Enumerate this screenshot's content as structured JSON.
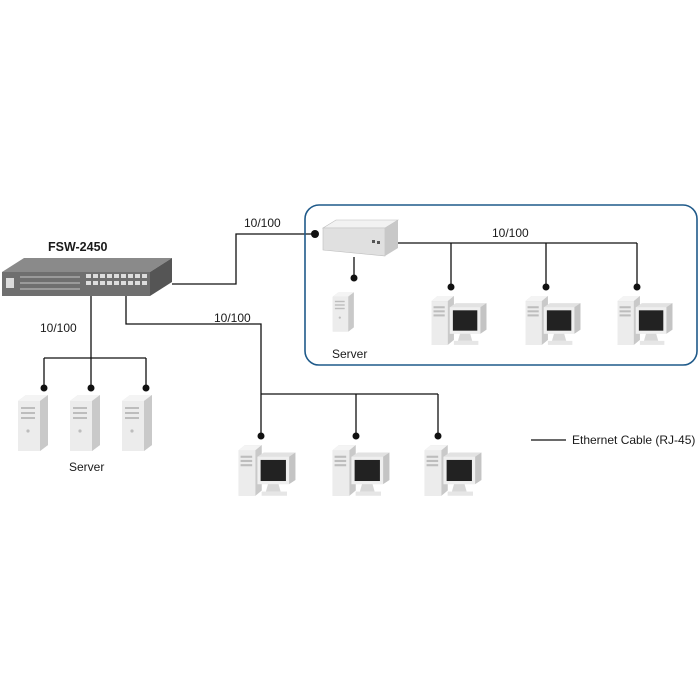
{
  "switch_model": "FSW-2450",
  "speed_labels": {
    "uplink": "10/100",
    "left_branch": "10/100",
    "middle_branch": "10/100",
    "right_group": "10/100"
  },
  "server_labels": {
    "left": "Server",
    "right": "Server"
  },
  "legend": {
    "label": "Ethernet Cable (RJ-45)"
  },
  "colors": {
    "line": "#111111",
    "group_border": "#1f5a8a",
    "device_body": "#e8e8e8",
    "device_shadow": "#c8c8c8",
    "switch_body": "#6f6f6f",
    "screen": "#222222"
  }
}
